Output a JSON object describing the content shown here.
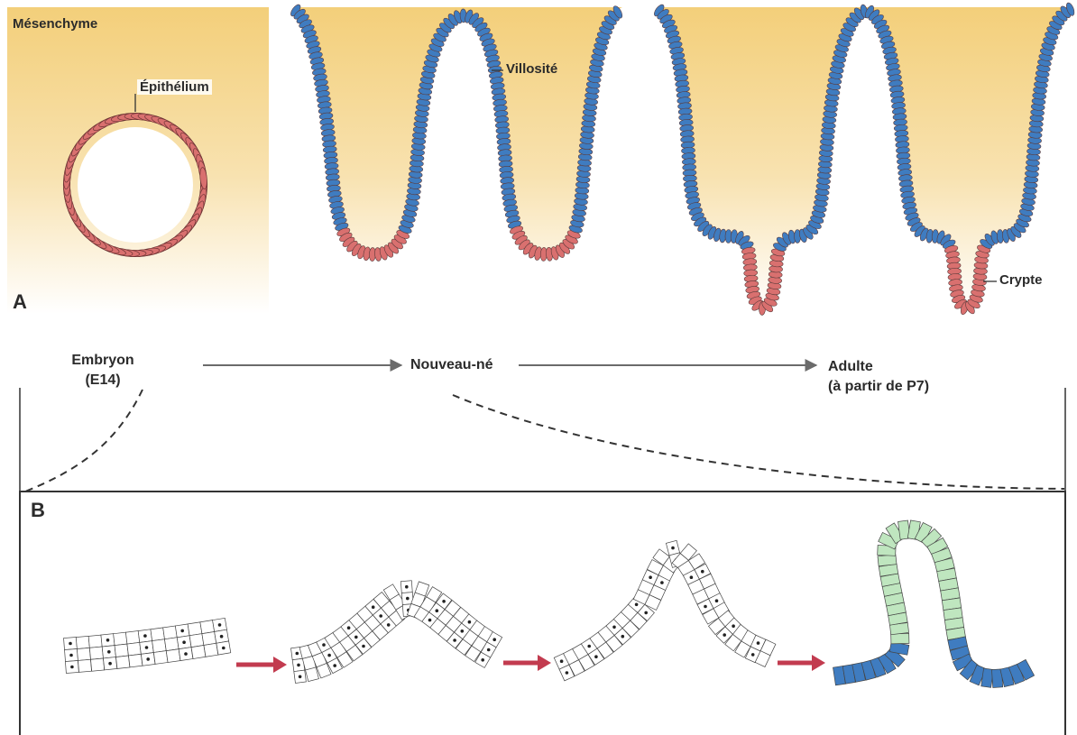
{
  "panel_a": {
    "label": "A",
    "mesenchyme_label": "Mésenchyme",
    "epithelium_label": "Épithélium",
    "villus_label": "Villosité",
    "crypt_label": "Crypte"
  },
  "timeline": {
    "stages": [
      {
        "line1": "Embryon",
        "line2": "(E14)"
      },
      {
        "line1": "Nouveau-né",
        "line2": ""
      },
      {
        "line1": "Adulte",
        "line2": "(à partir de P7)"
      }
    ]
  },
  "panel_b": {
    "label": "B"
  },
  "colors": {
    "mesenchyme": "#f6d78e",
    "progenitor_cells": "#d9706f",
    "differentiated_cells": "#3f7cc0",
    "villus_cells_b": "#bfe6bf",
    "arrow_red": "#c23b4f",
    "timeline_arrow": "#6b6b6b"
  }
}
